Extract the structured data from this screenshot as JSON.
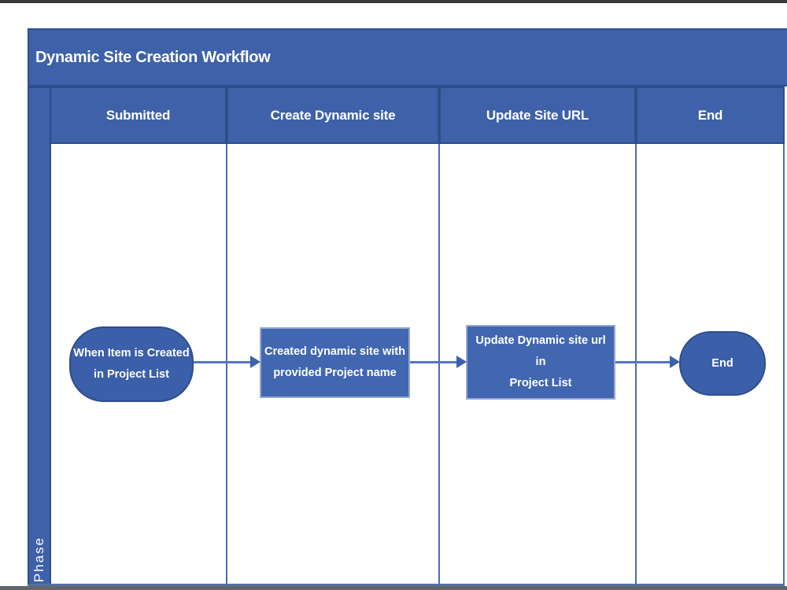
{
  "colors": {
    "banner": "#3e61aa",
    "band-border": "#2e4d8b",
    "lane-divider": "#4a6db3",
    "node-dark": "#3b5fa9",
    "node-dark-border": "#2d4d8d",
    "node-light": "#4267b1",
    "node-light-border": "#97aad4",
    "arrow": "#5577c0",
    "arrow-head": "#3c61ab",
    "text": "#ffffff"
  },
  "diagram": {
    "title": "Dynamic Site Creation Workflow",
    "phase_label": "Phase",
    "lanes": [
      {
        "label": "Submitted"
      },
      {
        "label": "Create Dynamic site"
      },
      {
        "label": "Update Site URL"
      },
      {
        "label": "End"
      }
    ],
    "nodes": [
      {
        "id": "start",
        "shape": "rounded-rectangle",
        "lane": "Submitted",
        "lines": [
          "When Item is Created",
          "in Project List"
        ]
      },
      {
        "id": "create-site",
        "shape": "rectangle",
        "lane": "Create Dynamic site",
        "lines": [
          "Created dynamic site with",
          "provided Project name"
        ]
      },
      {
        "id": "update-url",
        "shape": "rectangle",
        "lane": "Update Site URL",
        "lines": [
          "Update Dynamic site url in",
          "Project List"
        ]
      },
      {
        "id": "end",
        "shape": "rounded-rectangle",
        "lane": "End",
        "lines": [
          "End"
        ]
      }
    ],
    "connectors": [
      {
        "from": "start",
        "to": "create-site"
      },
      {
        "from": "create-site",
        "to": "update-url"
      },
      {
        "from": "update-url",
        "to": "end"
      }
    ]
  }
}
